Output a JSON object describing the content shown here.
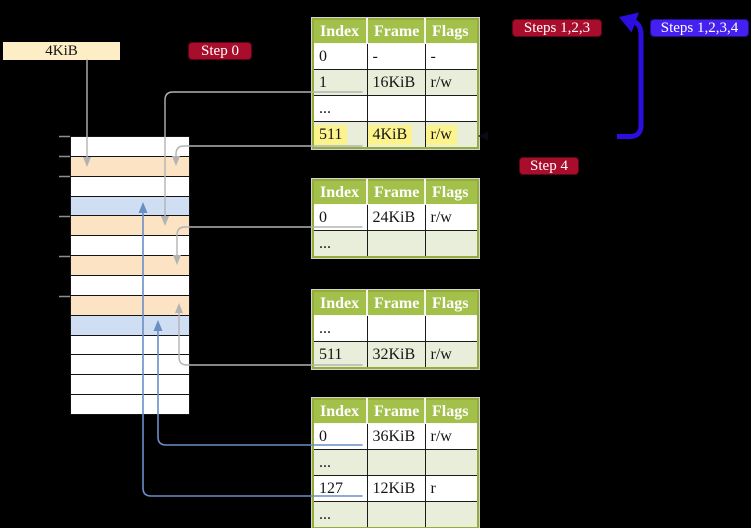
{
  "colors": {
    "background": "#000000",
    "crimson_badge": "#a80d2c",
    "blue_badge": "#4520f0",
    "blue_arrow": "#2b0ee0",
    "cream_label": "#fdeec6",
    "table_header_green": "#a3c04a",
    "table_border_olive": "#93ad36",
    "table_row_green": "#e8eed9",
    "highlight_yellow": "#fdf38d",
    "mem_orange": "#fbe3c4",
    "mem_blue": "#cfdef3",
    "gray_connector": "#b3b3b3",
    "blue_connector": "#6b8ec5"
  },
  "labels": {
    "page_size": "4KiB",
    "step0": "Step 0",
    "steps123": "Steps 1,2,3",
    "steps1234": "Steps 1,2,3,4",
    "step4": "Step 4"
  },
  "memory": {
    "rows": [
      "white",
      "orange",
      "white",
      "blue",
      "orange",
      "white",
      "orange",
      "white",
      "orange",
      "blue",
      "white",
      "white",
      "white",
      "white"
    ]
  },
  "tables": [
    {
      "headers": [
        "Index",
        "Frame",
        "Flags"
      ],
      "rows": [
        {
          "cells": [
            "0",
            "-",
            "-"
          ]
        },
        {
          "cells": [
            "1",
            "16KiB",
            "r/w"
          ]
        },
        {
          "cells": [
            "...",
            "",
            ""
          ]
        },
        {
          "cells": [
            "511",
            "4KiB",
            "r/w"
          ],
          "highlighted": true
        }
      ]
    },
    {
      "headers": [
        "Index",
        "Frame",
        "Flags"
      ],
      "rows": [
        {
          "cells": [
            "0",
            "24KiB",
            "r/w"
          ]
        },
        {
          "cells": [
            "...",
            "",
            ""
          ]
        }
      ]
    },
    {
      "headers": [
        "Index",
        "Frame",
        "Flags"
      ],
      "rows": [
        {
          "cells": [
            "...",
            "",
            ""
          ]
        },
        {
          "cells": [
            "511",
            "32KiB",
            "r/w"
          ]
        }
      ]
    },
    {
      "headers": [
        "Index",
        "Frame",
        "Flags"
      ],
      "rows": [
        {
          "cells": [
            "0",
            "36KiB",
            "r/w"
          ]
        },
        {
          "cells": [
            "...",
            "",
            ""
          ]
        },
        {
          "cells": [
            "127",
            "12KiB",
            "r"
          ]
        },
        {
          "cells": [
            "...",
            "",
            ""
          ]
        }
      ]
    }
  ]
}
